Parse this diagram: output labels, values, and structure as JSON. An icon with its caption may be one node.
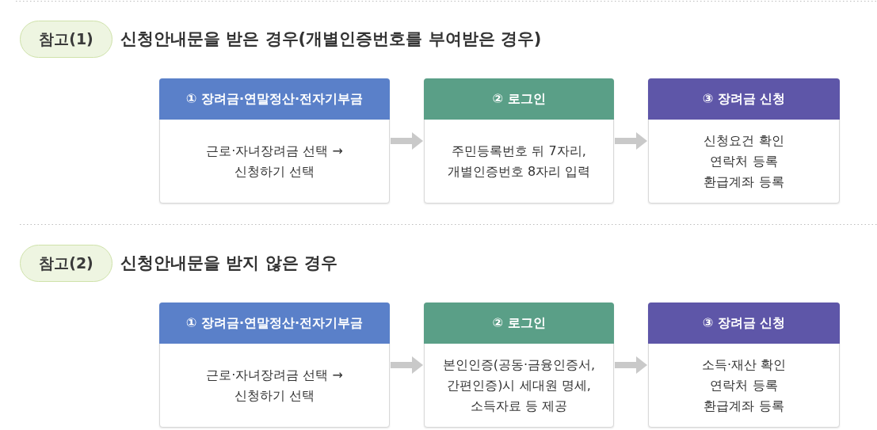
{
  "diagram": {
    "nodes": [
      {
        "text": [
          "참고(1)"
        ],
        "beside": [
          "신청안내문을 받은 경우(개별인증번호를 부여받은 경우)"
        ]
      },
      {
        "text": [
          "① 장려금·연말정산·전자기부금",
          "근로·자녀장려금 선택 → 신청하기 선택"
        ]
      },
      {
        "text": [
          "② 로그인",
          "주민등록번호 뒤 7자리, 개별인증번호 8자리 입력"
        ]
      },
      {
        "text": [
          "③ 장려금 신청",
          "신청요건 확인 연락처 등록 환급계좌 등록"
        ]
      },
      {
        "text": [
          "참고(2)"
        ],
        "beside": [
          "신청안내문을 받지 않은 경우"
        ]
      },
      {
        "text": [
          "① 장려금·연말정산·전자기부금",
          "근로·자녀장려금 선택 → 신청하기 선택"
        ]
      },
      {
        "text": [
          "② 로그인",
          "본인인증(공동·금융인증서, 간편인증)시 세대원 명세, 소득자료 등 제공"
        ]
      },
      {
        "text": [
          "③ 장려금 신청",
          "소득·재산 확인 연락처 등록 환급계좌 등록"
        ]
      }
    ],
    "edges": [
      {
        "from": 1,
        "to": 2,
        "arrow": "to"
      },
      {
        "from": 2,
        "to": 3,
        "arrow": "to"
      },
      {
        "from": 5,
        "to": 6,
        "arrow": "to"
      },
      {
        "from": 6,
        "to": 7,
        "arrow": "to"
      }
    ]
  }
}
